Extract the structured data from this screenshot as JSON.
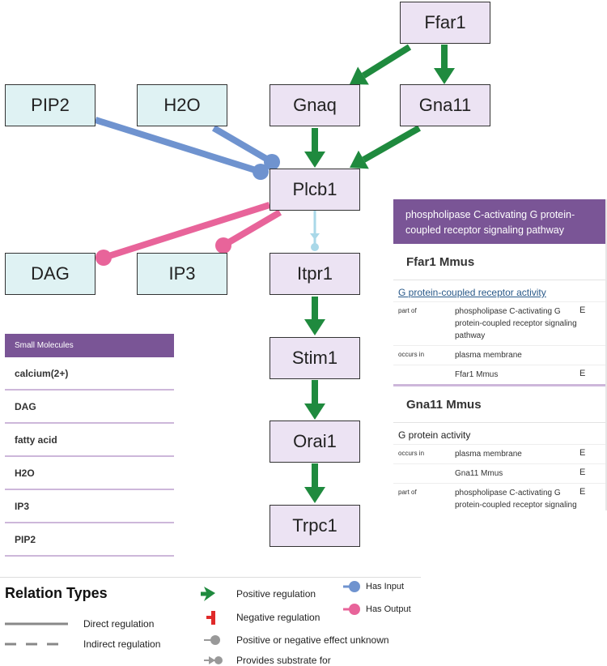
{
  "nodes": [
    {
      "id": "ffar1",
      "label": "Ffar1",
      "kind": "gene"
    },
    {
      "id": "pip2",
      "label": "PIP2",
      "kind": "mol"
    },
    {
      "id": "h2o",
      "label": "H2O",
      "kind": "mol"
    },
    {
      "id": "gnaq",
      "label": "Gnaq",
      "kind": "gene"
    },
    {
      "id": "gna11",
      "label": "Gna11",
      "kind": "gene"
    },
    {
      "id": "plcb1",
      "label": "Plcb1",
      "kind": "gene"
    },
    {
      "id": "dag",
      "label": "DAG",
      "kind": "mol"
    },
    {
      "id": "ip3",
      "label": "IP3",
      "kind": "mol"
    },
    {
      "id": "itpr1",
      "label": "Itpr1",
      "kind": "gene"
    },
    {
      "id": "stim1",
      "label": "Stim1",
      "kind": "gene"
    },
    {
      "id": "orai1",
      "label": "Orai1",
      "kind": "gene"
    },
    {
      "id": "trpc1",
      "label": "Trpc1",
      "kind": "gene"
    }
  ],
  "edges": [
    {
      "from": "ffar1",
      "to": "gnaq",
      "type": "positive-regulation"
    },
    {
      "from": "ffar1",
      "to": "gna11",
      "type": "positive-regulation"
    },
    {
      "from": "gnaq",
      "to": "plcb1",
      "type": "positive-regulation"
    },
    {
      "from": "gna11",
      "to": "plcb1",
      "type": "positive-regulation"
    },
    {
      "from": "pip2",
      "to": "plcb1",
      "type": "has-input"
    },
    {
      "from": "h2o",
      "to": "plcb1",
      "type": "has-input"
    },
    {
      "from": "plcb1",
      "to": "dag",
      "type": "has-output"
    },
    {
      "from": "plcb1",
      "to": "ip3",
      "type": "has-output"
    },
    {
      "from": "plcb1",
      "to": "itpr1",
      "type": "provides-substrate"
    },
    {
      "from": "itpr1",
      "to": "stim1",
      "type": "positive-regulation"
    },
    {
      "from": "stim1",
      "to": "orai1",
      "type": "positive-regulation"
    },
    {
      "from": "orai1",
      "to": "trpc1",
      "type": "positive-regulation"
    }
  ],
  "colors": {
    "positive": "#1f8a3e",
    "negative": "#e02a2a",
    "has_input": "#6f93cf",
    "has_output": "#e8649a",
    "substrate": "#a9d8e8",
    "unknown": "#999999",
    "gene_fill": "#ece3f3",
    "mol_fill": "#dff2f3",
    "header_purple": "#7a5596"
  },
  "small_molecules": {
    "header": "Small Molecules",
    "items": [
      "calcium(2+)",
      "DAG",
      "fatty acid",
      "H2O",
      "IP3",
      "PIP2"
    ]
  },
  "info_panel": {
    "header": "phospholipase C-activating G protein-coupled receptor signaling pathway",
    "sections": [
      {
        "title": "Ffar1 Mmus",
        "function": "G protein-coupled receptor activity",
        "function_is_link": true,
        "relations": [
          {
            "label": "part of",
            "target": "phospholipase C-activating G protein-coupled receptor signaling pathway",
            "evidence": "E"
          },
          {
            "label": "occurs in",
            "target": "plasma membrane",
            "evidence": ""
          },
          {
            "label": "",
            "target": "Ffar1 Mmus",
            "evidence": "E"
          }
        ]
      },
      {
        "title": "Gna11 Mmus",
        "function": "G protein activity",
        "function_is_link": false,
        "relations": [
          {
            "label": "occurs in",
            "target": "plasma membrane",
            "evidence": "E"
          },
          {
            "label": "",
            "target": "Gna11 Mmus",
            "evidence": "E"
          },
          {
            "label": "part of",
            "target": "phospholipase C-activating G protein-coupled receptor signaling pathway",
            "evidence": "E"
          }
        ]
      }
    ]
  },
  "legend": {
    "title": "Relation Types",
    "direct": "Direct regulation",
    "indirect": "Indirect regulation",
    "positive": "Positive regulation",
    "negative": "Negative regulation",
    "unknown": "Positive or negative effect unknown",
    "substrate": "Provides substrate for",
    "has_input": "Has Input",
    "has_output": "Has Output"
  }
}
